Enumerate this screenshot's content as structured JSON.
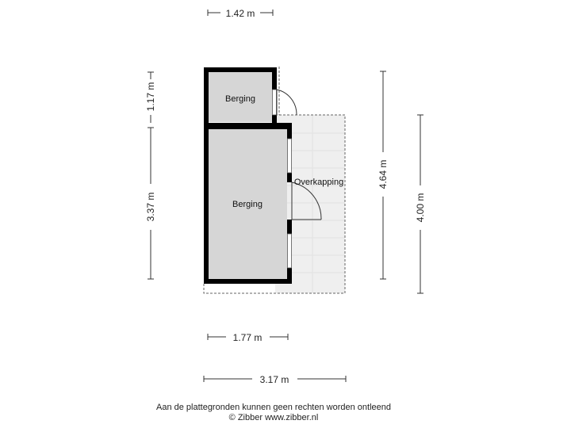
{
  "dimensions": {
    "top_width": "1.42 m",
    "left_upper": "1.17 m",
    "left_lower": "3.37 m",
    "right_inner": "4.64 m",
    "right_outer": "4.00 m",
    "bottom_inner": "1.77 m",
    "bottom_outer": "3.17 m"
  },
  "rooms": {
    "small_storage": "Berging",
    "large_storage": "Berging",
    "canopy": "Overkapping"
  },
  "footer": {
    "disclaimer": "Aan de plattegronden kunnen geen rechten worden ontleend",
    "credit": "© Zibber www.zibber.nl"
  },
  "colors": {
    "wall": "#000000",
    "floor": "#d6d6d6",
    "grid": "#e4e4e4"
  }
}
